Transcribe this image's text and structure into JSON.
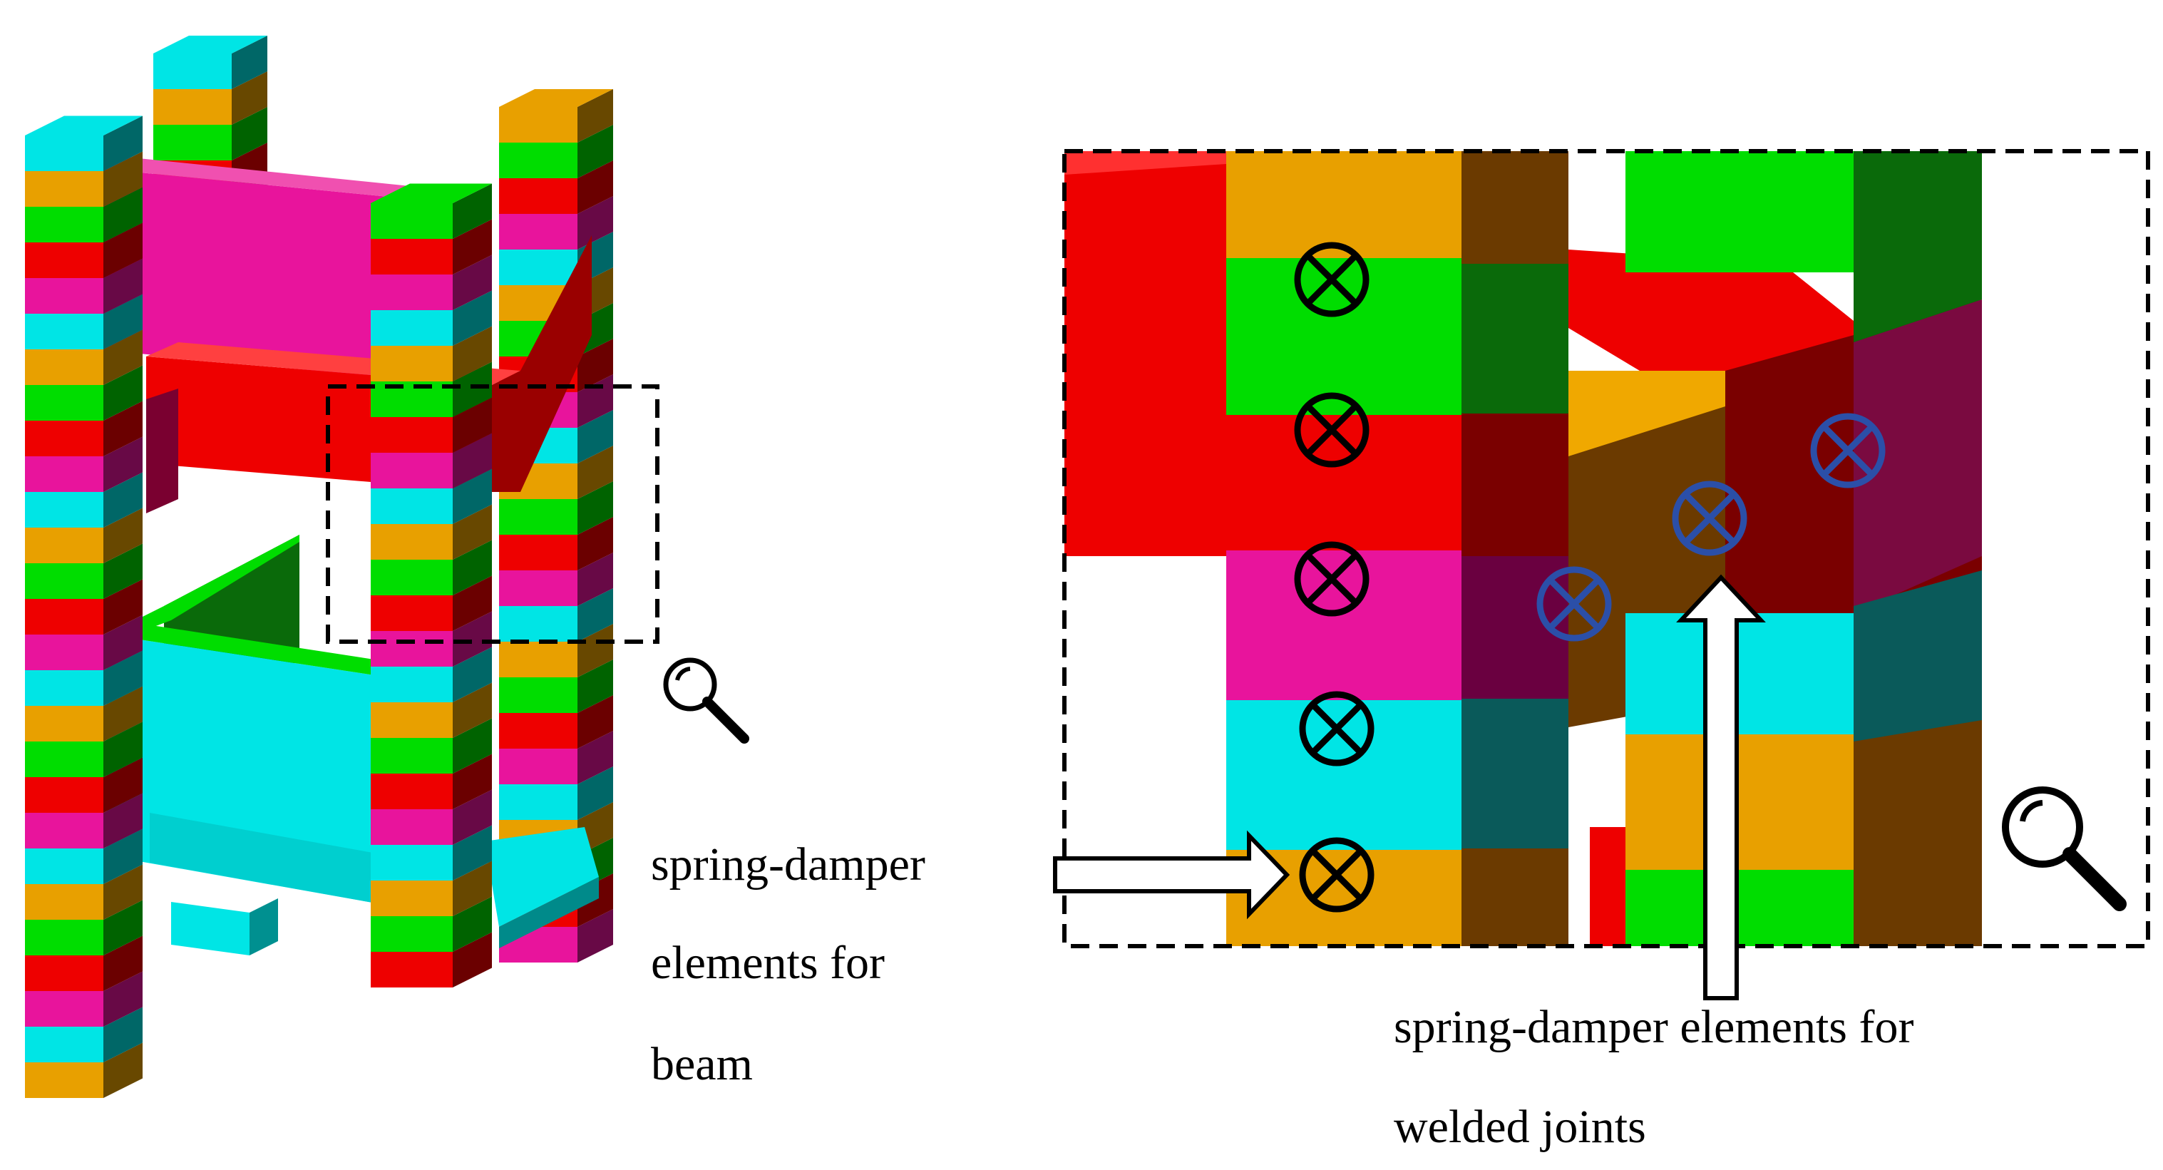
{
  "labels": {
    "beam_line1": "spring-damper",
    "beam_line2": "elements for",
    "beam_line3": "beam",
    "joint_line1": "spring-damper elements for",
    "joint_line2": "welded joints"
  },
  "icons": {
    "left_zoom": "magnifier-icon",
    "right_zoom": "magnifier-icon",
    "spring_damper_symbol": "circled-times-icon"
  },
  "colors": {
    "cyan": "#00E5E5",
    "orange": "#E8A000",
    "green": "#00DD00",
    "red": "#EE0000",
    "magenta": "#E8149C",
    "beam_marker": "#000000",
    "joint_marker": "#2B4FA8"
  }
}
